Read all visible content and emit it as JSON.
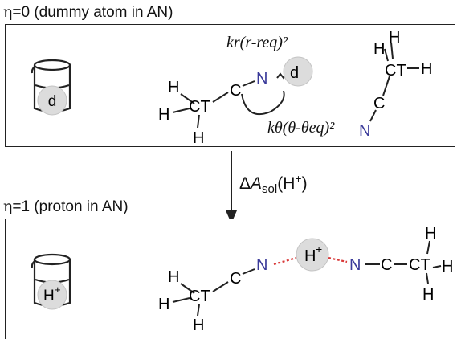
{
  "panel_top": {
    "heading_symbol": "η",
    "heading_rest": "=0 (dummy atom in AN)",
    "dummy_label": "d",
    "bond_force": "kr(r-req)²",
    "angle_force": "kθ(θ-θeq)²",
    "ct": "CT",
    "c": "C",
    "n": "N",
    "h": "H"
  },
  "transition": {
    "label_delta": "Δ",
    "label_a": "A",
    "label_sub": "sol",
    "label_rest": "(H",
    "label_sup": "+",
    "label_close": ")"
  },
  "panel_bottom": {
    "heading_symbol": "η",
    "heading_rest": "=1 (proton in AN)",
    "proton_label": "H+",
    "ct": "CT",
    "c": "C",
    "n": "N",
    "h": "H"
  },
  "colors": {
    "nitrogen": "#3a3a9a",
    "hbond": "#d93a3a",
    "sphere": "#dcdcdc",
    "line": "#222222"
  }
}
